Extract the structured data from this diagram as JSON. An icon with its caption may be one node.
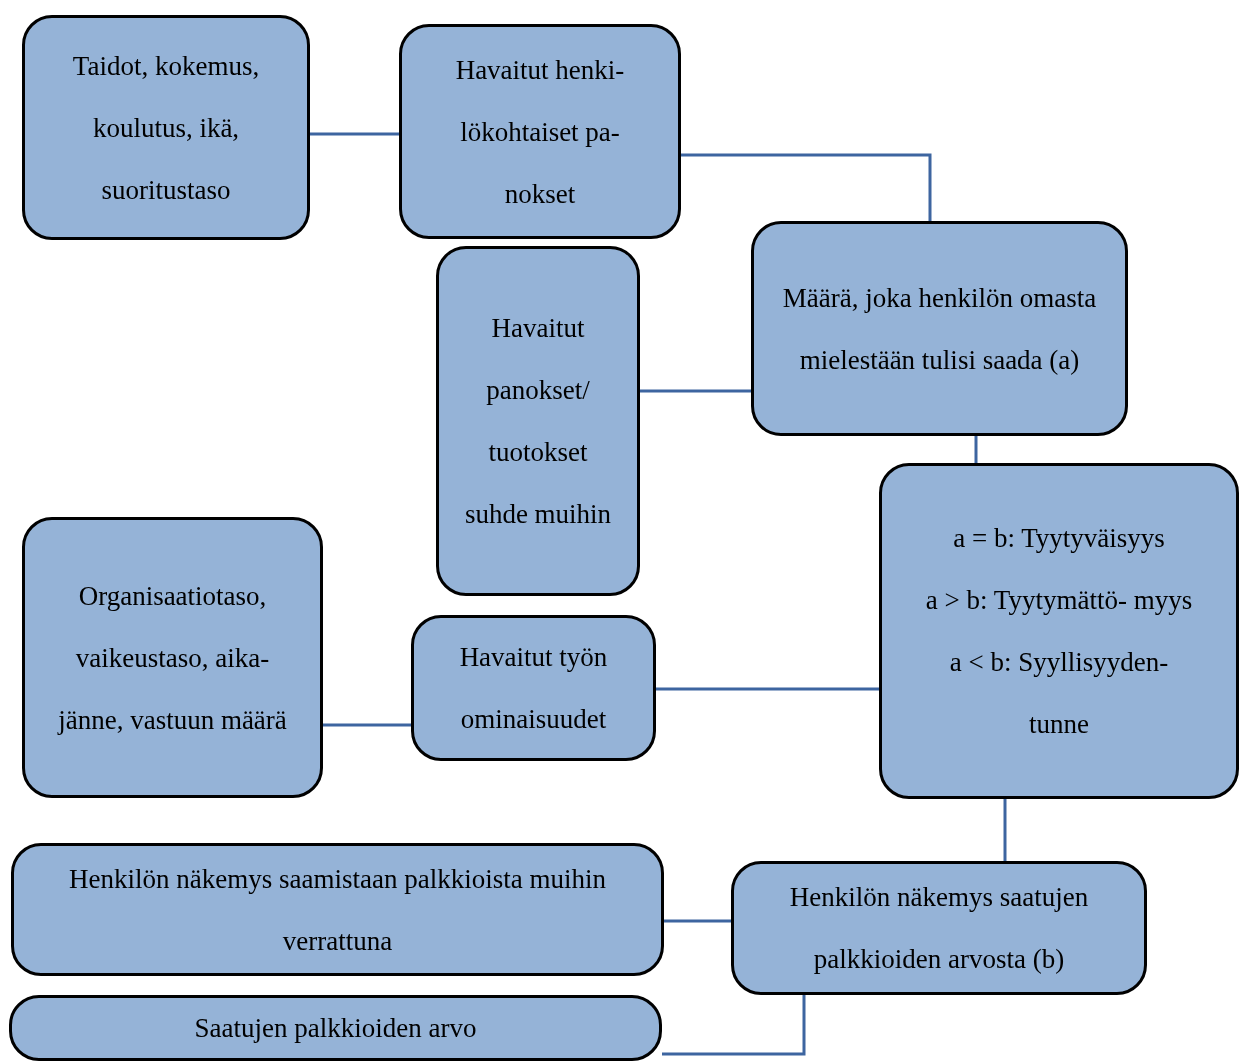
{
  "diagram": {
    "nodes": [
      {
        "text": [
          "Taidot, kokemus, koulutus, ikä, suoritustaso"
        ]
      },
      {
        "text": [
          "Havaitut henki- lökohtaiset pa- nokset"
        ]
      },
      {
        "text": [
          "Määrä, joka henkilön omasta mielestään tulisi saada (a)"
        ]
      },
      {
        "text": [
          "Havaitut panokset/ tuotokset suhde muihin"
        ]
      },
      {
        "text": [
          "a = b: Tyytyväisyys",
          "a > b: Tyytymättö- myys",
          "a < b: Syyllisyyden- tunne"
        ]
      },
      {
        "text": [
          "Organisaatiotaso, vaikeustaso, aika- jänne, vastuun määrä"
        ]
      },
      {
        "text": [
          "Havaitut työn ominaisuudet"
        ]
      },
      {
        "text": [
          "Henkilön näkemys saamistaan palkkioista muihin verrattuna"
        ]
      },
      {
        "text": [
          "Henkilön näkemys saatujen palkkioiden arvosta (b)"
        ]
      },
      {
        "text": [
          "Saatujen palkkioiden arvo"
        ]
      }
    ],
    "edges": [
      {
        "from": 0,
        "to": 1,
        "arrow": "none"
      },
      {
        "from": 1,
        "to": 2,
        "arrow": "none"
      },
      {
        "from": 3,
        "to": 2,
        "arrow": "none"
      },
      {
        "from": 2,
        "to": 4,
        "arrow": "none"
      },
      {
        "from": 5,
        "to": 6,
        "arrow": "none"
      },
      {
        "from": 6,
        "to": 4,
        "arrow": "none"
      },
      {
        "from": 4,
        "to": 8,
        "arrow": "none"
      },
      {
        "from": 7,
        "to": 8,
        "arrow": "none"
      },
      {
        "from": 9,
        "to": 8,
        "arrow": "none"
      }
    ]
  }
}
